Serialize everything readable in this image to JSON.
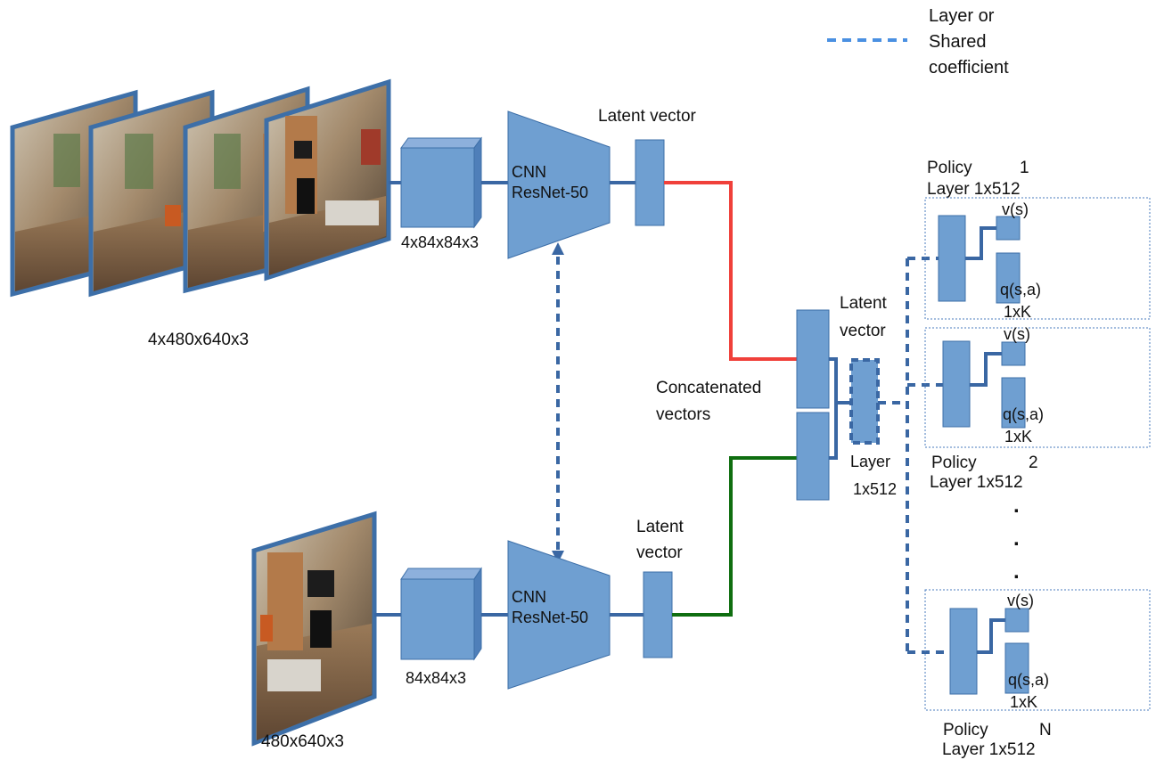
{
  "legend": {
    "line1": "Layer or",
    "line2": "Shared",
    "line3": "coefficient"
  },
  "colors": {
    "block": "#6f9fd1",
    "block_stroke": "#3d6fa8",
    "connector": "#3a67a3",
    "red_path": "#f0403a",
    "green_path": "#0f6e10",
    "dotted_box": "#4a7bbd"
  },
  "top_branch": {
    "input_label": "4x480x640x3",
    "resized_label": "4x84x84x3",
    "cnn_line1": "CNN",
    "cnn_line2": "ResNet-50",
    "latent_label": "Latent vector"
  },
  "bottom_branch": {
    "input_label": "480x640x3",
    "resized_label": "84x84x3",
    "cnn_line1": "CNN",
    "cnn_line2": "ResNet-50",
    "latent_line1": "Latent",
    "latent_line2": "vector"
  },
  "concat": {
    "line1": "Concatenated",
    "line2": "vectors"
  },
  "shared": {
    "latent_line1": "Latent",
    "latent_line2": "vector",
    "layer_line1": "Layer",
    "layer_line2": "1x512"
  },
  "policies": [
    {
      "title": "Policy",
      "index": "1",
      "layer": "Layer 1x512",
      "v": "v(s)",
      "q": "q(s,a)",
      "k": "1xK"
    },
    {
      "title": "Policy",
      "index": "2",
      "layer": "Layer 1x512",
      "v": "v(s)",
      "q": "q(s,a)",
      "k": "1xK"
    },
    {
      "title": "Policy",
      "index": "N",
      "layer": "Layer 1x512",
      "v": "v(s)",
      "q": "q(s,a)",
      "k": "1xK"
    }
  ],
  "ellipsis": "."
}
